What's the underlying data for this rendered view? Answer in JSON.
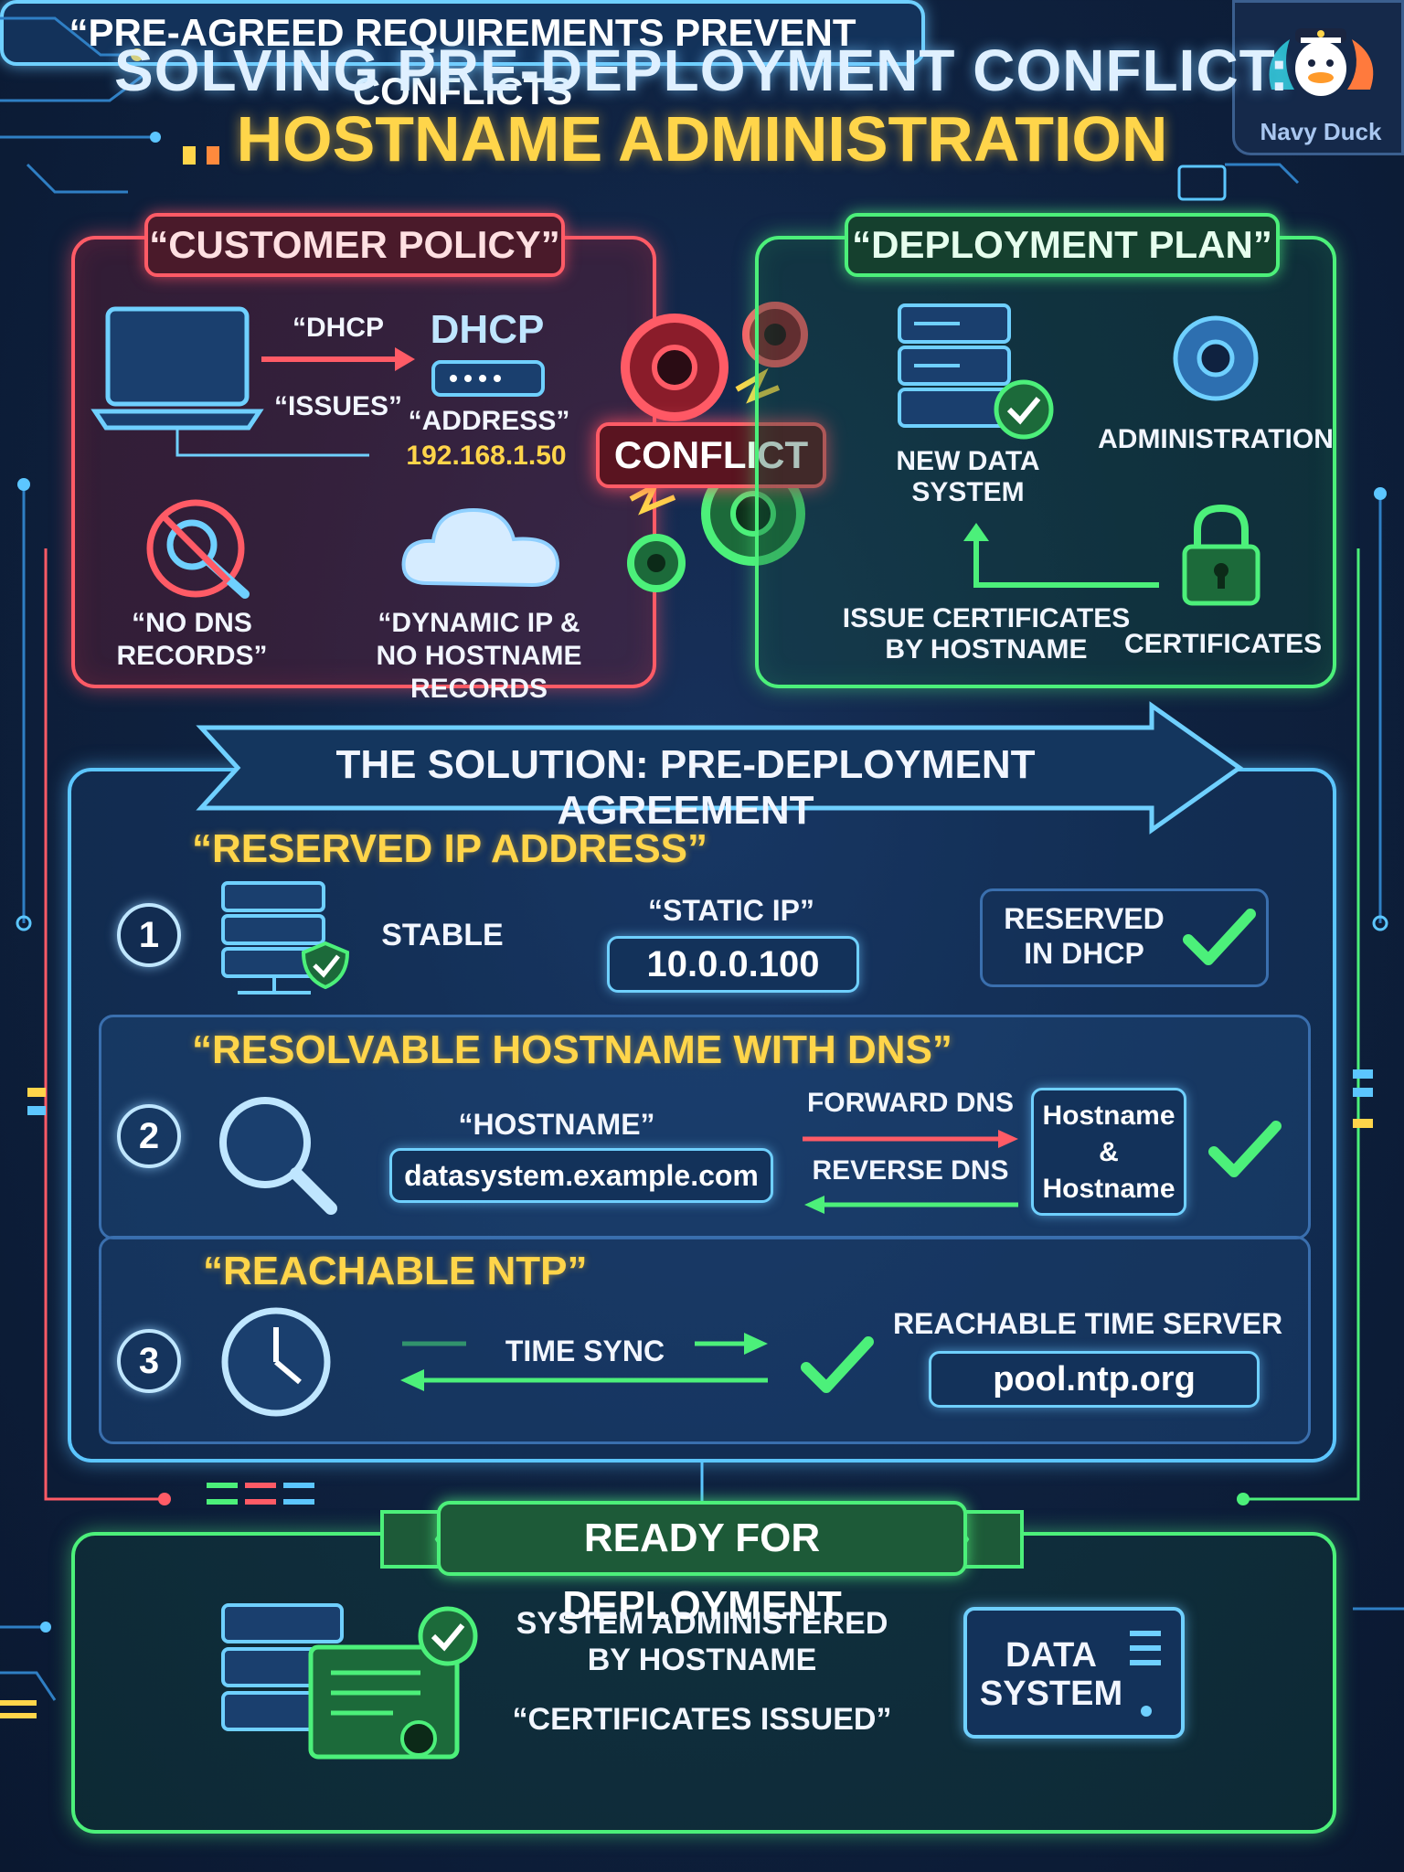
{
  "title": {
    "line1": "SOLVING PRE-DEPLOYMENT CONFLICT:",
    "line2": "HOSTNAME ADMINISTRATION"
  },
  "logo": {
    "text": "Navy Duck"
  },
  "customer_policy": {
    "tag": "“CUSTOMER POLICY”",
    "dhcp_quote": "“DHCP",
    "issues_quote": "“ISSUES”",
    "dhcp_label": "DHCP",
    "address_quote": "“ADDRESS”",
    "address_value": "192.168.1.50",
    "no_dns": "“NO DNS\nRECORDS”",
    "dynamic_ip": "“DYNAMIC IP &\nNO HOSTNAME RECORDS"
  },
  "conflict": {
    "label": "CONFLICT"
  },
  "deployment_plan": {
    "tag": "“DEPLOYMENT PLAN”",
    "new_data_system": "NEW DATA\nSYSTEM",
    "administration": "ADMINISTRATION",
    "issue_certs": "ISSUE CERTIFICATES\nBY HOSTNAME",
    "certificates": "CERTIFICATES"
  },
  "solution": {
    "banner": "THE SOLUTION: PRE-DEPLOYMENT AGREEMENT",
    "step1": {
      "number": "1",
      "heading": "“RESERVED IP ADDRESS”",
      "stable": "STABLE",
      "static_ip_label": "“STATIC IP”",
      "static_ip_value": "10.0.0.100",
      "reserved": "RESERVED\nIN DHCP"
    },
    "step2": {
      "number": "2",
      "heading": "“RESOLVABLE HOSTNAME WITH DNS”",
      "hostname_label": "“HOSTNAME”",
      "hostname_value": "datasystem.example.com",
      "forward_dns": "FORWARD DNS",
      "reverse_dns": "REVERSE DNS",
      "box": "Hostname\n&\nHostname"
    },
    "step3": {
      "number": "3",
      "heading": "“REACHABLE NTP”",
      "time_sync": "TIME SYNC",
      "server_label": "REACHABLE TIME SERVER",
      "server_value": "pool.ntp.org"
    }
  },
  "ready": {
    "tag": "READY FOR DEPLOYMENT",
    "administered": "SYSTEM ADMINISTERED\nBY HOSTNAME",
    "certs_issued": "“CERTIFICATES ISSUED”",
    "data_system": "DATA\nSYSTEM",
    "footer": "“PRE-AGREED REQUIREMENTS PREVENT CONFLICTS"
  },
  "colors": {
    "red": "#ff5b66",
    "green": "#4cf07a",
    "blue": "#5cc6ff",
    "yellow": "#ffd54a"
  }
}
